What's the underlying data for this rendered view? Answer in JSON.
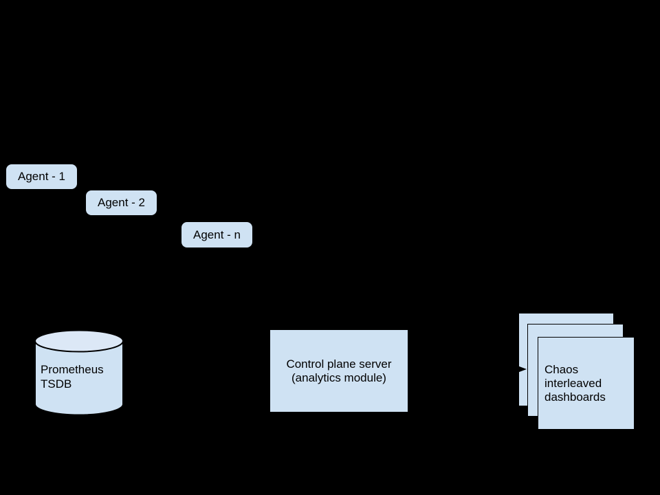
{
  "colors": {
    "background": "#000000",
    "node_fill": "#cfe2f3",
    "cylinder_top_fill": "#dce8f6",
    "outline": "#000000",
    "text": "#000000"
  },
  "nodes": {
    "agent1": {
      "label": "Agent - 1"
    },
    "agent2": {
      "label": "Agent - 2"
    },
    "agentn": {
      "label": "Agent - n"
    },
    "tsdb": {
      "line1": "Prometheus",
      "line2": "TSDB"
    },
    "server": {
      "line1": "Control plane server",
      "line2": "(analytics module)"
    },
    "dashboards": {
      "line1": "Chaos",
      "line2": "interleaved",
      "line3": "dashboards"
    }
  }
}
